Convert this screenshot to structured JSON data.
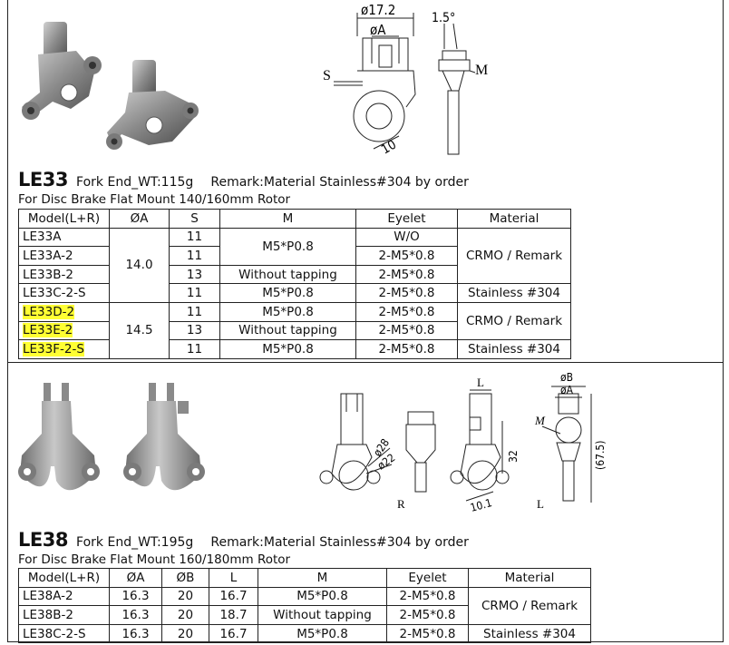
{
  "le33": {
    "code": "LE33",
    "desc": "Fork End_WT:115g",
    "remark": "Remark:Material Stainless#304 by order",
    "subline": "For Disc Brake Flat Mount 140/160mm Rotor",
    "headers": [
      "Model(L+R)",
      "ØA",
      "S",
      "M",
      "Eyelet",
      "Material"
    ],
    "rows": [
      {
        "model": "LE33A",
        "a": "14.0",
        "s": "11",
        "m": "M5*P0.8",
        "eyelet": "W/O",
        "material": "CRMO / Remark"
      },
      {
        "model": "LE33A-2",
        "s": "11",
        "eyelet": "2-M5*0.8"
      },
      {
        "model": "LE33B-2",
        "s": "13",
        "m": "Without tapping",
        "eyelet": "2-M5*0.8"
      },
      {
        "model": "LE33C-2-S",
        "s": "11",
        "m": "M5*P0.8",
        "eyelet": "2-M5*0.8",
        "material": "Stainless #304"
      },
      {
        "model": "LE33D-2",
        "a": "14.5",
        "s": "11",
        "m": "M5*P0.8",
        "eyelet": "2-M5*0.8",
        "material": "CRMO / Remark"
      },
      {
        "model": "LE33E-2",
        "s": "13",
        "m": "Without tapping",
        "eyelet": "2-M5*0.8"
      },
      {
        "model": "LE33F-2-S",
        "s": "11",
        "m": "M5*P0.8",
        "eyelet": "2-M5*0.8",
        "material": "Stainless #304"
      }
    ],
    "drawing": {
      "dia_outer": "ø17.2",
      "dia_a": "øA",
      "angle": "1.5°",
      "s": "S",
      "m": "M",
      "ten": "10"
    }
  },
  "le38": {
    "code": "LE38",
    "desc": "Fork End_WT:195g",
    "remark": "Remark:Material Stainless#304 by order",
    "subline": "For Disc Brake Flat Mount 160/180mm Rotor",
    "headers": [
      "Model(L+R)",
      "ØA",
      "ØB",
      "L",
      "M",
      "Eyelet",
      "Material"
    ],
    "rows": [
      {
        "model": "LE38A-2",
        "a": "16.3",
        "b": "20",
        "l": "16.7",
        "m": "M5*P0.8",
        "eyelet": "2-M5*0.8",
        "material": "CRMO / Remark"
      },
      {
        "model": "LE38B-2",
        "a": "16.3",
        "b": "20",
        "l": "18.7",
        "m": "Without tapping",
        "eyelet": "2-M5*0.8"
      },
      {
        "model": "LE38C-2-S",
        "a": "16.3",
        "b": "20",
        "l": "16.7",
        "m": "M5*P0.8",
        "eyelet": "2-M5*0.8",
        "material": "Stainless #304"
      }
    ],
    "drawing": {
      "d28": "ø28",
      "d22": "ø22",
      "r": "R",
      "l_side": "L",
      "l_top": "L",
      "m": "M",
      "thirty_two": "32",
      "ten_one": "10.1",
      "sixty_seven": "(67.5)",
      "dia_b": "øB",
      "dia_a": "øA"
    }
  },
  "colors": {
    "highlight": "#ffff33",
    "metal": "#8f8f8f",
    "metal_dark": "#5e5e5e",
    "metal_light": "#bdbdbd"
  }
}
